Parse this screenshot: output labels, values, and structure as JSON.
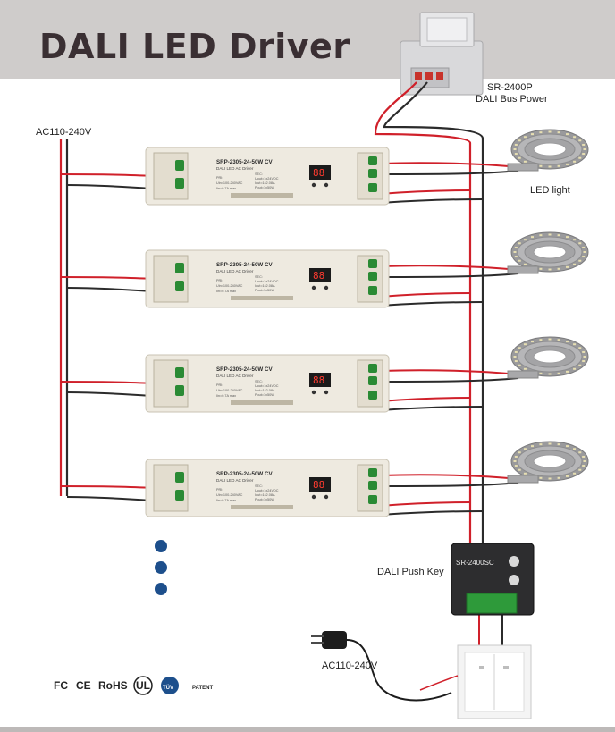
{
  "title": "DALI LED Driver",
  "labels": {
    "ac_input_top": "AC110-240V",
    "ac_input_bottom": "AC110-240V",
    "bus_power_model": "SR-2400P",
    "bus_power_name": "DALI Bus Power",
    "led_light": "LED light",
    "push_key": "DALI Push Key"
  },
  "driver": {
    "model": "SRP-2305-24-50W CV",
    "subtitle": "DALI LED AC Driver",
    "display": "88",
    "pri_title": "PRI:",
    "pri_line1": "Uin=100-240VAC",
    "pri_line2": "Iin=0.7A max",
    "sec_title": "SEC:",
    "sec_line1": "Uout=1x24VDC",
    "sec_line2": "Iout=1x2.08A",
    "sec_line3": "Pout=1x50W"
  },
  "push_key_model": "SR-2400SC",
  "certifications": [
    "FC",
    "CE",
    "RoHS",
    "UL",
    "TÜV",
    "PATENT"
  ],
  "colors": {
    "header_bg": "#cfcccb",
    "title": "#3a2f33",
    "wire_red": "#d0202a",
    "wire_dark": "#2b2b2b",
    "dots": "#1d4f8c",
    "driver_body": "#eeeae0"
  }
}
